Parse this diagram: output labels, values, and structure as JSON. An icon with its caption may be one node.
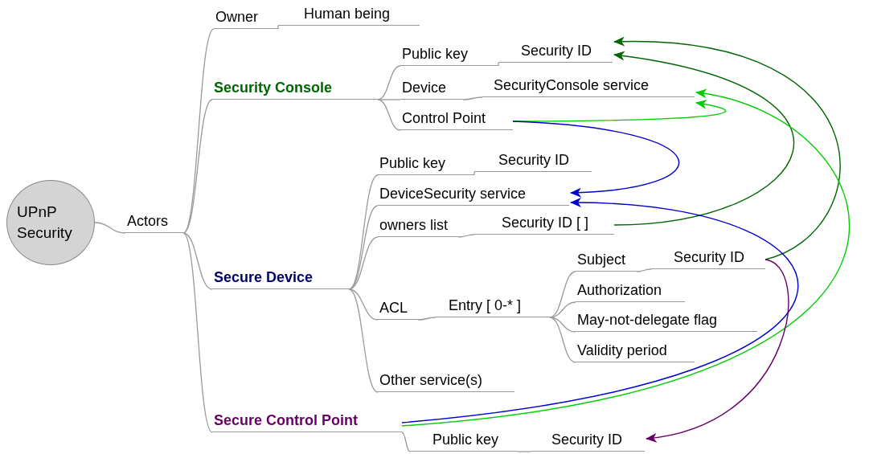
{
  "diagram": {
    "nodes": [
      {
        "text": [
          "UPnP Security"
        ]
      },
      {
        "text": [
          "Actors"
        ]
      },
      {
        "text": [
          "Owner"
        ]
      },
      {
        "text": [
          "Human being"
        ]
      },
      {
        "text": [
          "Security Console"
        ]
      },
      {
        "text": [
          "Public key"
        ]
      },
      {
        "text": [
          "Security ID"
        ]
      },
      {
        "text": [
          "Device"
        ]
      },
      {
        "text": [
          "SecurityConsole service"
        ]
      },
      {
        "text": [
          "Control Point"
        ]
      },
      {
        "text": [
          "Secure Device"
        ]
      },
      {
        "text": [
          "Public key"
        ]
      },
      {
        "text": [
          "Security ID"
        ]
      },
      {
        "text": [
          "DeviceSecurity service"
        ]
      },
      {
        "text": [
          "owners list"
        ]
      },
      {
        "text": [
          "Security ID [ ]"
        ]
      },
      {
        "text": [
          "ACL"
        ]
      },
      {
        "text": [
          "Entry [ 0-* ]"
        ]
      },
      {
        "text": [
          "Subject"
        ]
      },
      {
        "text": [
          "Security ID"
        ]
      },
      {
        "text": [
          "Authorization"
        ]
      },
      {
        "text": [
          "May-not-delegate flag"
        ]
      },
      {
        "text": [
          "Validity period"
        ]
      },
      {
        "text": [
          "Other service(s)"
        ]
      },
      {
        "text": [
          "Secure Control Point"
        ]
      },
      {
        "text": [
          "Public key"
        ]
      },
      {
        "text": [
          "Security ID"
        ]
      }
    ],
    "edges": [
      {
        "from": 0,
        "to": 1,
        "arrow": "none"
      },
      {
        "from": 1,
        "to": 2,
        "arrow": "none"
      },
      {
        "from": 2,
        "to": 3,
        "arrow": "none"
      },
      {
        "from": 1,
        "to": 4,
        "arrow": "none"
      },
      {
        "from": 4,
        "to": 5,
        "arrow": "none"
      },
      {
        "from": 5,
        "to": 6,
        "arrow": "none"
      },
      {
        "from": 4,
        "to": 7,
        "arrow": "none"
      },
      {
        "from": 7,
        "to": 8,
        "arrow": "none"
      },
      {
        "from": 4,
        "to": 9,
        "arrow": "none"
      },
      {
        "from": 1,
        "to": 10,
        "arrow": "none"
      },
      {
        "from": 10,
        "to": 11,
        "arrow": "none"
      },
      {
        "from": 11,
        "to": 12,
        "arrow": "none"
      },
      {
        "from": 10,
        "to": 13,
        "arrow": "none"
      },
      {
        "from": 10,
        "to": 14,
        "arrow": "none"
      },
      {
        "from": 14,
        "to": 15,
        "arrow": "none"
      },
      {
        "from": 10,
        "to": 16,
        "arrow": "none"
      },
      {
        "from": 16,
        "to": 17,
        "arrow": "none"
      },
      {
        "from": 17,
        "to": 18,
        "arrow": "none"
      },
      {
        "from": 18,
        "to": 19,
        "arrow": "none"
      },
      {
        "from": 17,
        "to": 20,
        "arrow": "none"
      },
      {
        "from": 17,
        "to": 21,
        "arrow": "none"
      },
      {
        "from": 17,
        "to": 22,
        "arrow": "none"
      },
      {
        "from": 10,
        "to": 23,
        "arrow": "none"
      },
      {
        "from": 1,
        "to": 24,
        "arrow": "none"
      },
      {
        "from": 24,
        "to": 25,
        "arrow": "none"
      },
      {
        "from": 25,
        "to": 26,
        "arrow": "none"
      },
      {
        "from": 19,
        "to": 6,
        "arrow": "to",
        "color": "#006600"
      },
      {
        "from": 15,
        "to": 6,
        "arrow": "to",
        "color": "#006600"
      },
      {
        "from": 9,
        "to": 8,
        "arrow": "to",
        "color": "#00cc00"
      },
      {
        "from": 9,
        "to": 13,
        "arrow": "to",
        "color": "#0000cc"
      },
      {
        "from": 24,
        "to": 13,
        "arrow": "to",
        "color": "#0000cc"
      },
      {
        "from": 24,
        "to": 8,
        "arrow": "to",
        "color": "#00cc00"
      },
      {
        "from": 19,
        "to": 26,
        "arrow": "to",
        "color": "#660066"
      }
    ]
  }
}
